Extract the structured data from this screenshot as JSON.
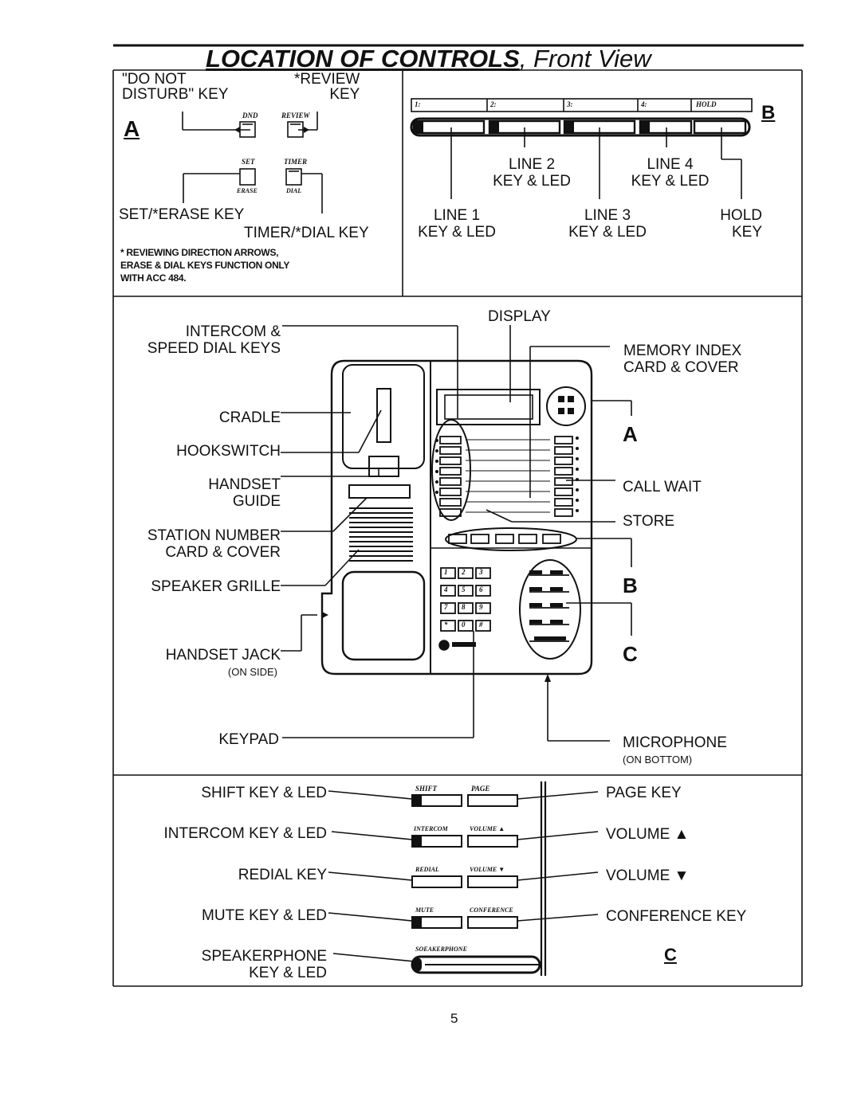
{
  "title": {
    "main": "LOCATION OF CONTROLS",
    "sub": ", Front View"
  },
  "panel_a": {
    "dnd_label": "\"DO NOT\nDISTURB\" KEY",
    "review_label": "*REVIEW\nKEY",
    "letter": "A",
    "dnd_key": "DND",
    "review_key": "REVIEW",
    "set_key": "SET",
    "timer_key": "TIMER",
    "erase_key": "ERASE",
    "dial_key": "DIAL",
    "set_erase_label": "SET/*ERASE KEY",
    "timer_dial_label": "TIMER/*DIAL KEY",
    "footnote": "* REVIEWING DIRECTION ARROWS,\nERASE & DIAL KEYS FUNCTION ONLY\nWITH ACC 484."
  },
  "panel_b": {
    "letter": "B",
    "slots": [
      "1:",
      "2:",
      "3:",
      "4:",
      "HOLD"
    ],
    "line1": "LINE 1\nKEY & LED",
    "line2": "LINE 2\nKEY & LED",
    "line3": "LINE 3\nKEY & LED",
    "line4": "LINE 4\nKEY & LED",
    "hold": "HOLD\nKEY"
  },
  "middle": {
    "display": "DISPLAY",
    "intercom_speed": "INTERCOM &\nSPEED DIAL KEYS",
    "memory_index": "MEMORY INDEX\nCARD & COVER",
    "cradle": "CRADLE",
    "hookswitch": "HOOKSWITCH",
    "handset_guide": "HANDSET\nGUIDE",
    "station_number": "STATION NUMBER\nCARD & COVER",
    "speaker_grille": "SPEAKER GRILLE",
    "handset_jack": "HANDSET JACK",
    "on_side": "(ON SIDE)",
    "keypad": "KEYPAD",
    "microphone": "MICROPHONE",
    "on_bottom": "(ON BOTTOM)",
    "call_wait": "CALL WAIT",
    "store": "STORE",
    "letter_a": "A",
    "letter_b": "B",
    "letter_c": "C",
    "keypad_keys": [
      "1",
      "2",
      "3",
      "4",
      "5",
      "6",
      "7",
      "8",
      "9",
      "*",
      "0",
      "#"
    ]
  },
  "panel_c": {
    "shift": "SHIFT KEY & LED",
    "intercom": "INTERCOM KEY & LED",
    "redial": "REDIAL KEY",
    "mute": "MUTE KEY & LED",
    "speakerphone": "SPEAKERPHONE\nKEY & LED",
    "page": "PAGE KEY",
    "volume_up": "VOLUME ▲",
    "volume_down": "VOLUME ▼",
    "conference": "CONFERENCE KEY",
    "letter": "C",
    "key_shift": "SHIFT",
    "key_page": "PAGE",
    "key_intercom": "INTERCOM",
    "key_volup": "VOLUME ▲",
    "key_redial": "REDIAL",
    "key_voldown": "VOLUME ▼",
    "key_mute": "MUTE",
    "key_conference": "CONFERENCE",
    "key_speakerphone": "SOEAKERPHONE"
  },
  "page_number": "5"
}
